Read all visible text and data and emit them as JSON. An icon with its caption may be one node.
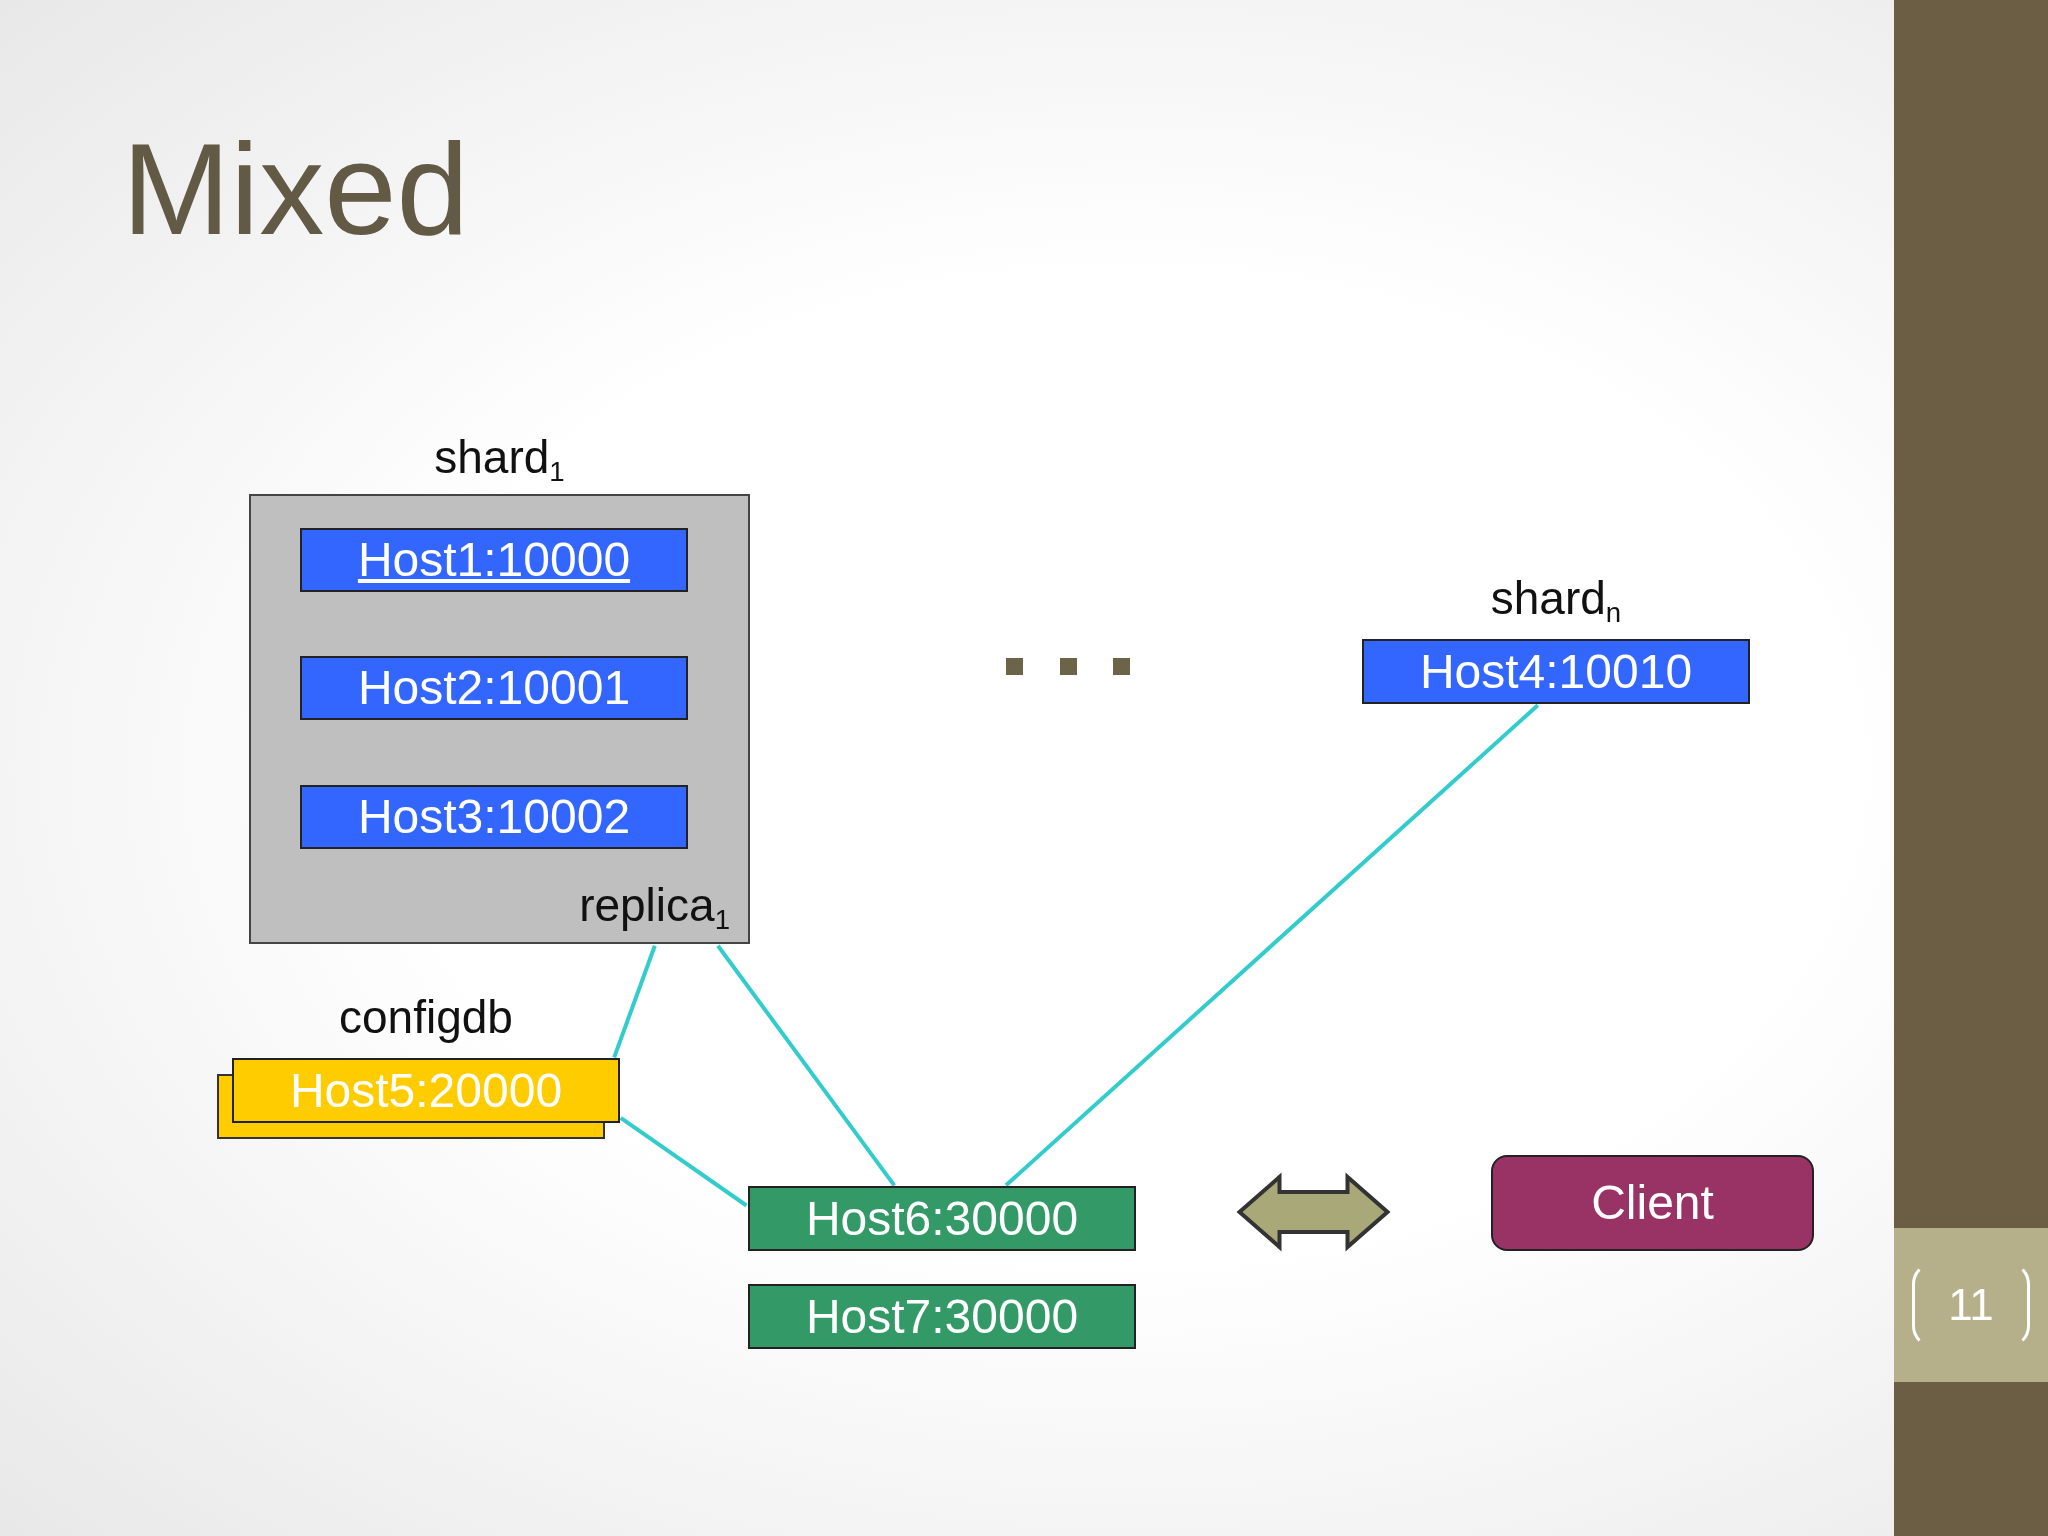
{
  "diagram": {
    "title": "Mixed",
    "nodes": [
      {
        "text": [
          "shard$_{1}$",
          "replica$_{1}$"
        ]
      },
      {
        "text": [
          "Host1:10000"
        ],
        "in": 0
      },
      {
        "text": [
          "Host2:10001"
        ],
        "in": 0
      },
      {
        "text": [
          "Host3:10002"
        ],
        "in": 0
      },
      {
        "text": [
          "shard$_{n}$",
          "Host4:10010"
        ]
      },
      {
        "text": [
          "configdb",
          "Host5:20000"
        ]
      },
      {
        "text": [
          "Host6:30000"
        ]
      },
      {
        "text": [
          "Host7:30000"
        ]
      },
      {
        "text": [
          "Client"
        ]
      }
    ],
    "edges": [
      {
        "from": 0,
        "to": 5,
        "arrow": "none"
      },
      {
        "from": 0,
        "to": 6,
        "arrow": "none"
      },
      {
        "from": 4,
        "to": 6,
        "arrow": "none"
      },
      {
        "from": 5,
        "to": 6,
        "arrow": "none"
      },
      {
        "from": 6,
        "to": 8,
        "arrow": "both",
        "style": "thick",
        "color": "#a8a878"
      }
    ],
    "labels": [
      "11"
    ]
  }
}
